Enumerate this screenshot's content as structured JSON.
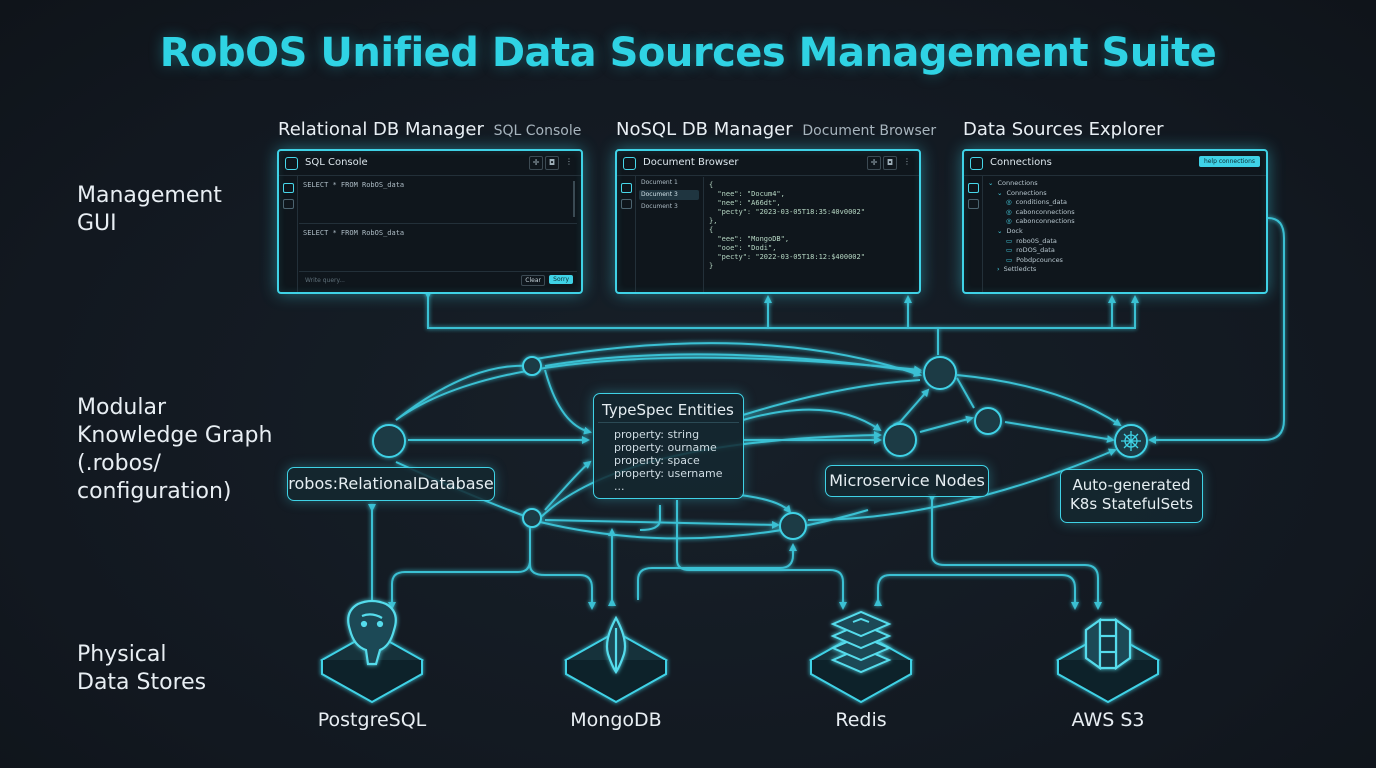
{
  "title": "RobOS Unified Data Sources Management Suite",
  "rows": {
    "management_gui": [
      "Management",
      "GUI"
    ],
    "knowledge_graph": [
      "Modular",
      "Knowledge Graph",
      "(.robos/",
      "configuration)"
    ],
    "physical": [
      "Physical",
      "Data Stores"
    ]
  },
  "panels": {
    "relational": {
      "label": "Relational DB Manager",
      "sub": "SQL Console",
      "header": "SQL Console",
      "query1": "SELECT * FROM RobOS_data",
      "query2": "SELECT * FROM RobOS_data",
      "input_placeholder": "Write query...",
      "clear_label": "Clear",
      "run_label": "Sorry"
    },
    "nosql": {
      "label": "NoSQL DB Manager",
      "sub": "Document Browser",
      "header": "Document Browser",
      "docs": [
        "Document 1",
        "Document 3",
        "Document 3"
      ],
      "json": "{\n  \"nee\": \"Docum4\",\n  \"nee\": \"A66dt\",\n  \"pecty\": \"2023-03-05T18:35:40v0002\"\n},\n{\n  \"eee\": \"MongoDB\",\n  \"ooe\": \"Dodi\",\n  \"pecty\": \"2022-03-05T18:12:$400002\"\n}"
    },
    "explorer": {
      "label": "Data Sources Explorer",
      "header": "Connections",
      "badge": "help connections",
      "tree": [
        {
          "text": "Connections",
          "indent": 0,
          "prefix": "⌄"
        },
        {
          "text": "Connections",
          "indent": 1,
          "prefix": "⌄"
        },
        {
          "text": "conditions_data",
          "indent": 2,
          "prefix": "◎"
        },
        {
          "text": "cabonconnections",
          "indent": 2,
          "prefix": "◎"
        },
        {
          "text": "cabonconnections",
          "indent": 2,
          "prefix": "◎"
        },
        {
          "text": "Dock",
          "indent": 1,
          "prefix": "⌄"
        },
        {
          "text": "robo0S_data",
          "indent": 2,
          "prefix": "▭"
        },
        {
          "text": "roDOS_data",
          "indent": 2,
          "prefix": "▭"
        },
        {
          "text": "Pobdpcounces",
          "indent": 2,
          "prefix": "▭"
        },
        {
          "text": "Settledcts",
          "indent": 1,
          "prefix": "›"
        }
      ]
    }
  },
  "graph": {
    "relational_db": "robos:RelationalDatabase",
    "typespec": {
      "title": "TypeSpec Entities",
      "props": [
        "property: string",
        "property: ourname",
        "property: space",
        "property: username",
        "..."
      ]
    },
    "microservice": "Microservice Nodes",
    "k8s": [
      "Auto-generated",
      "K8s StatefulSets"
    ]
  },
  "stores": [
    "PostgreSQL",
    "MongoDB",
    "Redis",
    "AWS S3"
  ],
  "colors": {
    "accent": "#3fd2e6",
    "title": "#2fd3e4",
    "background": "#131a21"
  }
}
